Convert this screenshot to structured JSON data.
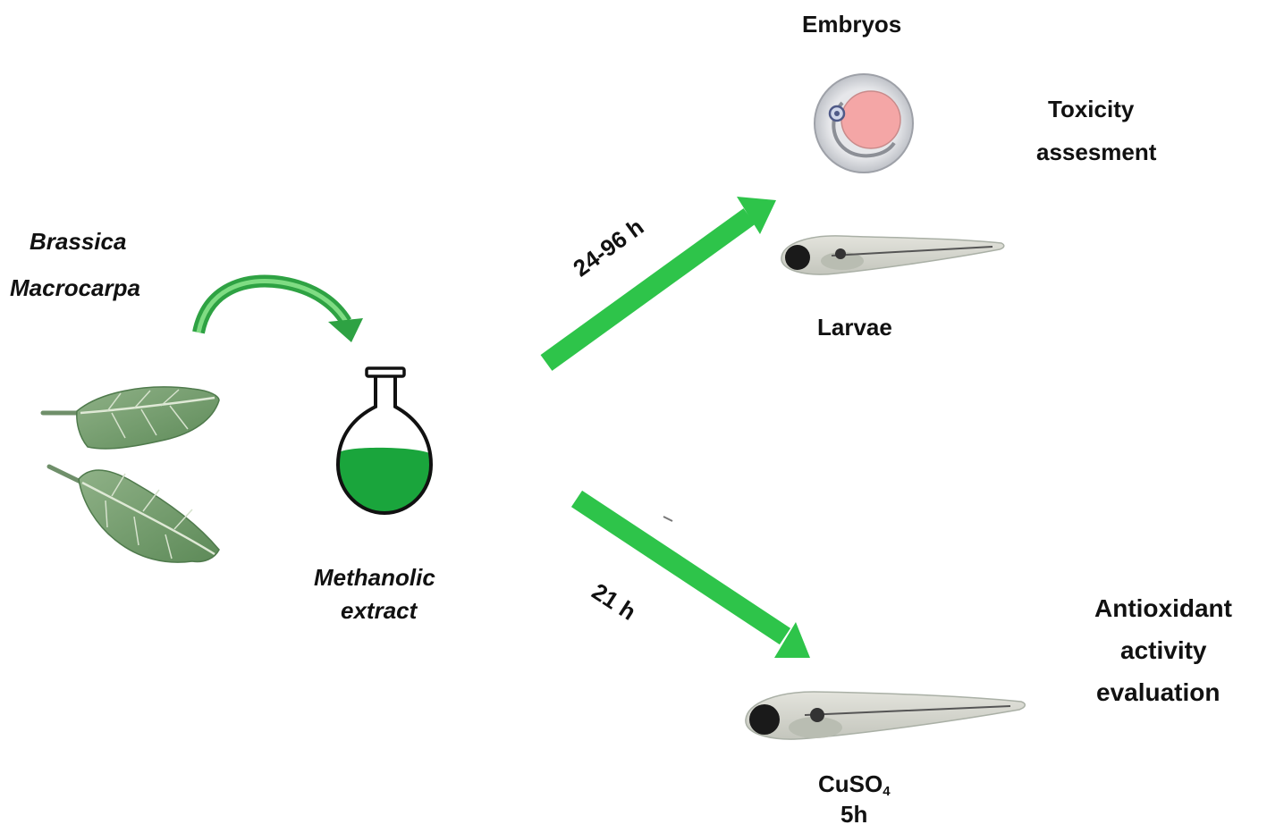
{
  "plant": {
    "name_line1": "Brassica",
    "name_line2": "Macrocarpa"
  },
  "extract": {
    "line1": "Methanolic",
    "line2": "extract"
  },
  "upper_branch": {
    "time_label": "24-96 h",
    "embryos_label": "Embryos",
    "larvae_label": "Larvae",
    "outcome_line1": "Toxicity",
    "outcome_line2": "assesment"
  },
  "lower_branch": {
    "time_label": "21 h",
    "treatment_base": "CuSO",
    "treatment_sub": "4",
    "treatment_time": "5h",
    "outcome_line1": "Antioxidant",
    "outcome_line2": "activity",
    "outcome_line3": "evaluation"
  },
  "colors": {
    "arrow_green": "#2ec44a",
    "extract_green": "#1aa53c",
    "leaf_green": "#6f9a68",
    "embryo_pink": "#f4a6a6"
  }
}
